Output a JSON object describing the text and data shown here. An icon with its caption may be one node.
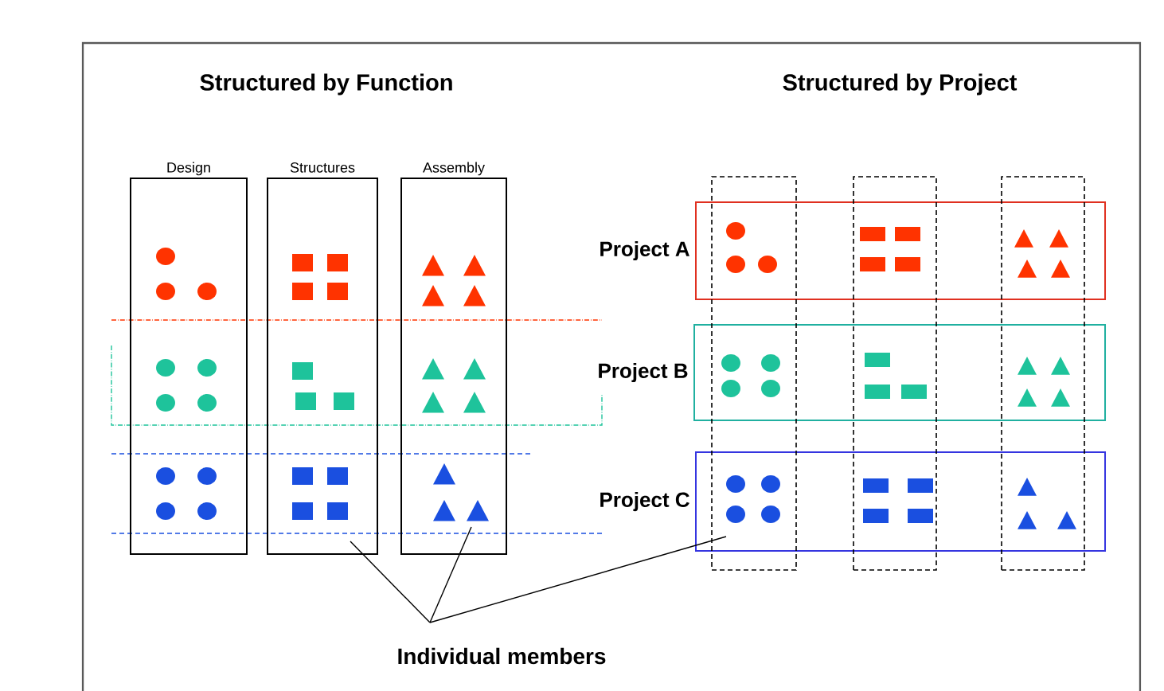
{
  "diagram": {
    "nodes": [
      {
        "text": [
          "Design"
        ]
      },
      {
        "text": [
          "Structures"
        ]
      },
      {
        "text": [
          "Assembly"
        ]
      },
      {
        "text": [
          "Project A"
        ]
      },
      {
        "text": [
          "Project B"
        ]
      },
      {
        "text": [
          "Project C"
        ]
      },
      {
        "text": [],
        "shape": "box"
      },
      {
        "text": [],
        "shape": "box"
      },
      {
        "text": [],
        "shape": "box"
      },
      {
        "text": [
          "Individual members"
        ]
      }
    ],
    "edges": [
      {
        "from": 9,
        "to": 1,
        "arrow": "none"
      },
      {
        "from": 9,
        "to": 2,
        "arrow": "none"
      },
      {
        "from": 9,
        "to": 6,
        "arrow": "none"
      }
    ],
    "labels": [
      "Structured by Function",
      "Structured by Project"
    ]
  }
}
